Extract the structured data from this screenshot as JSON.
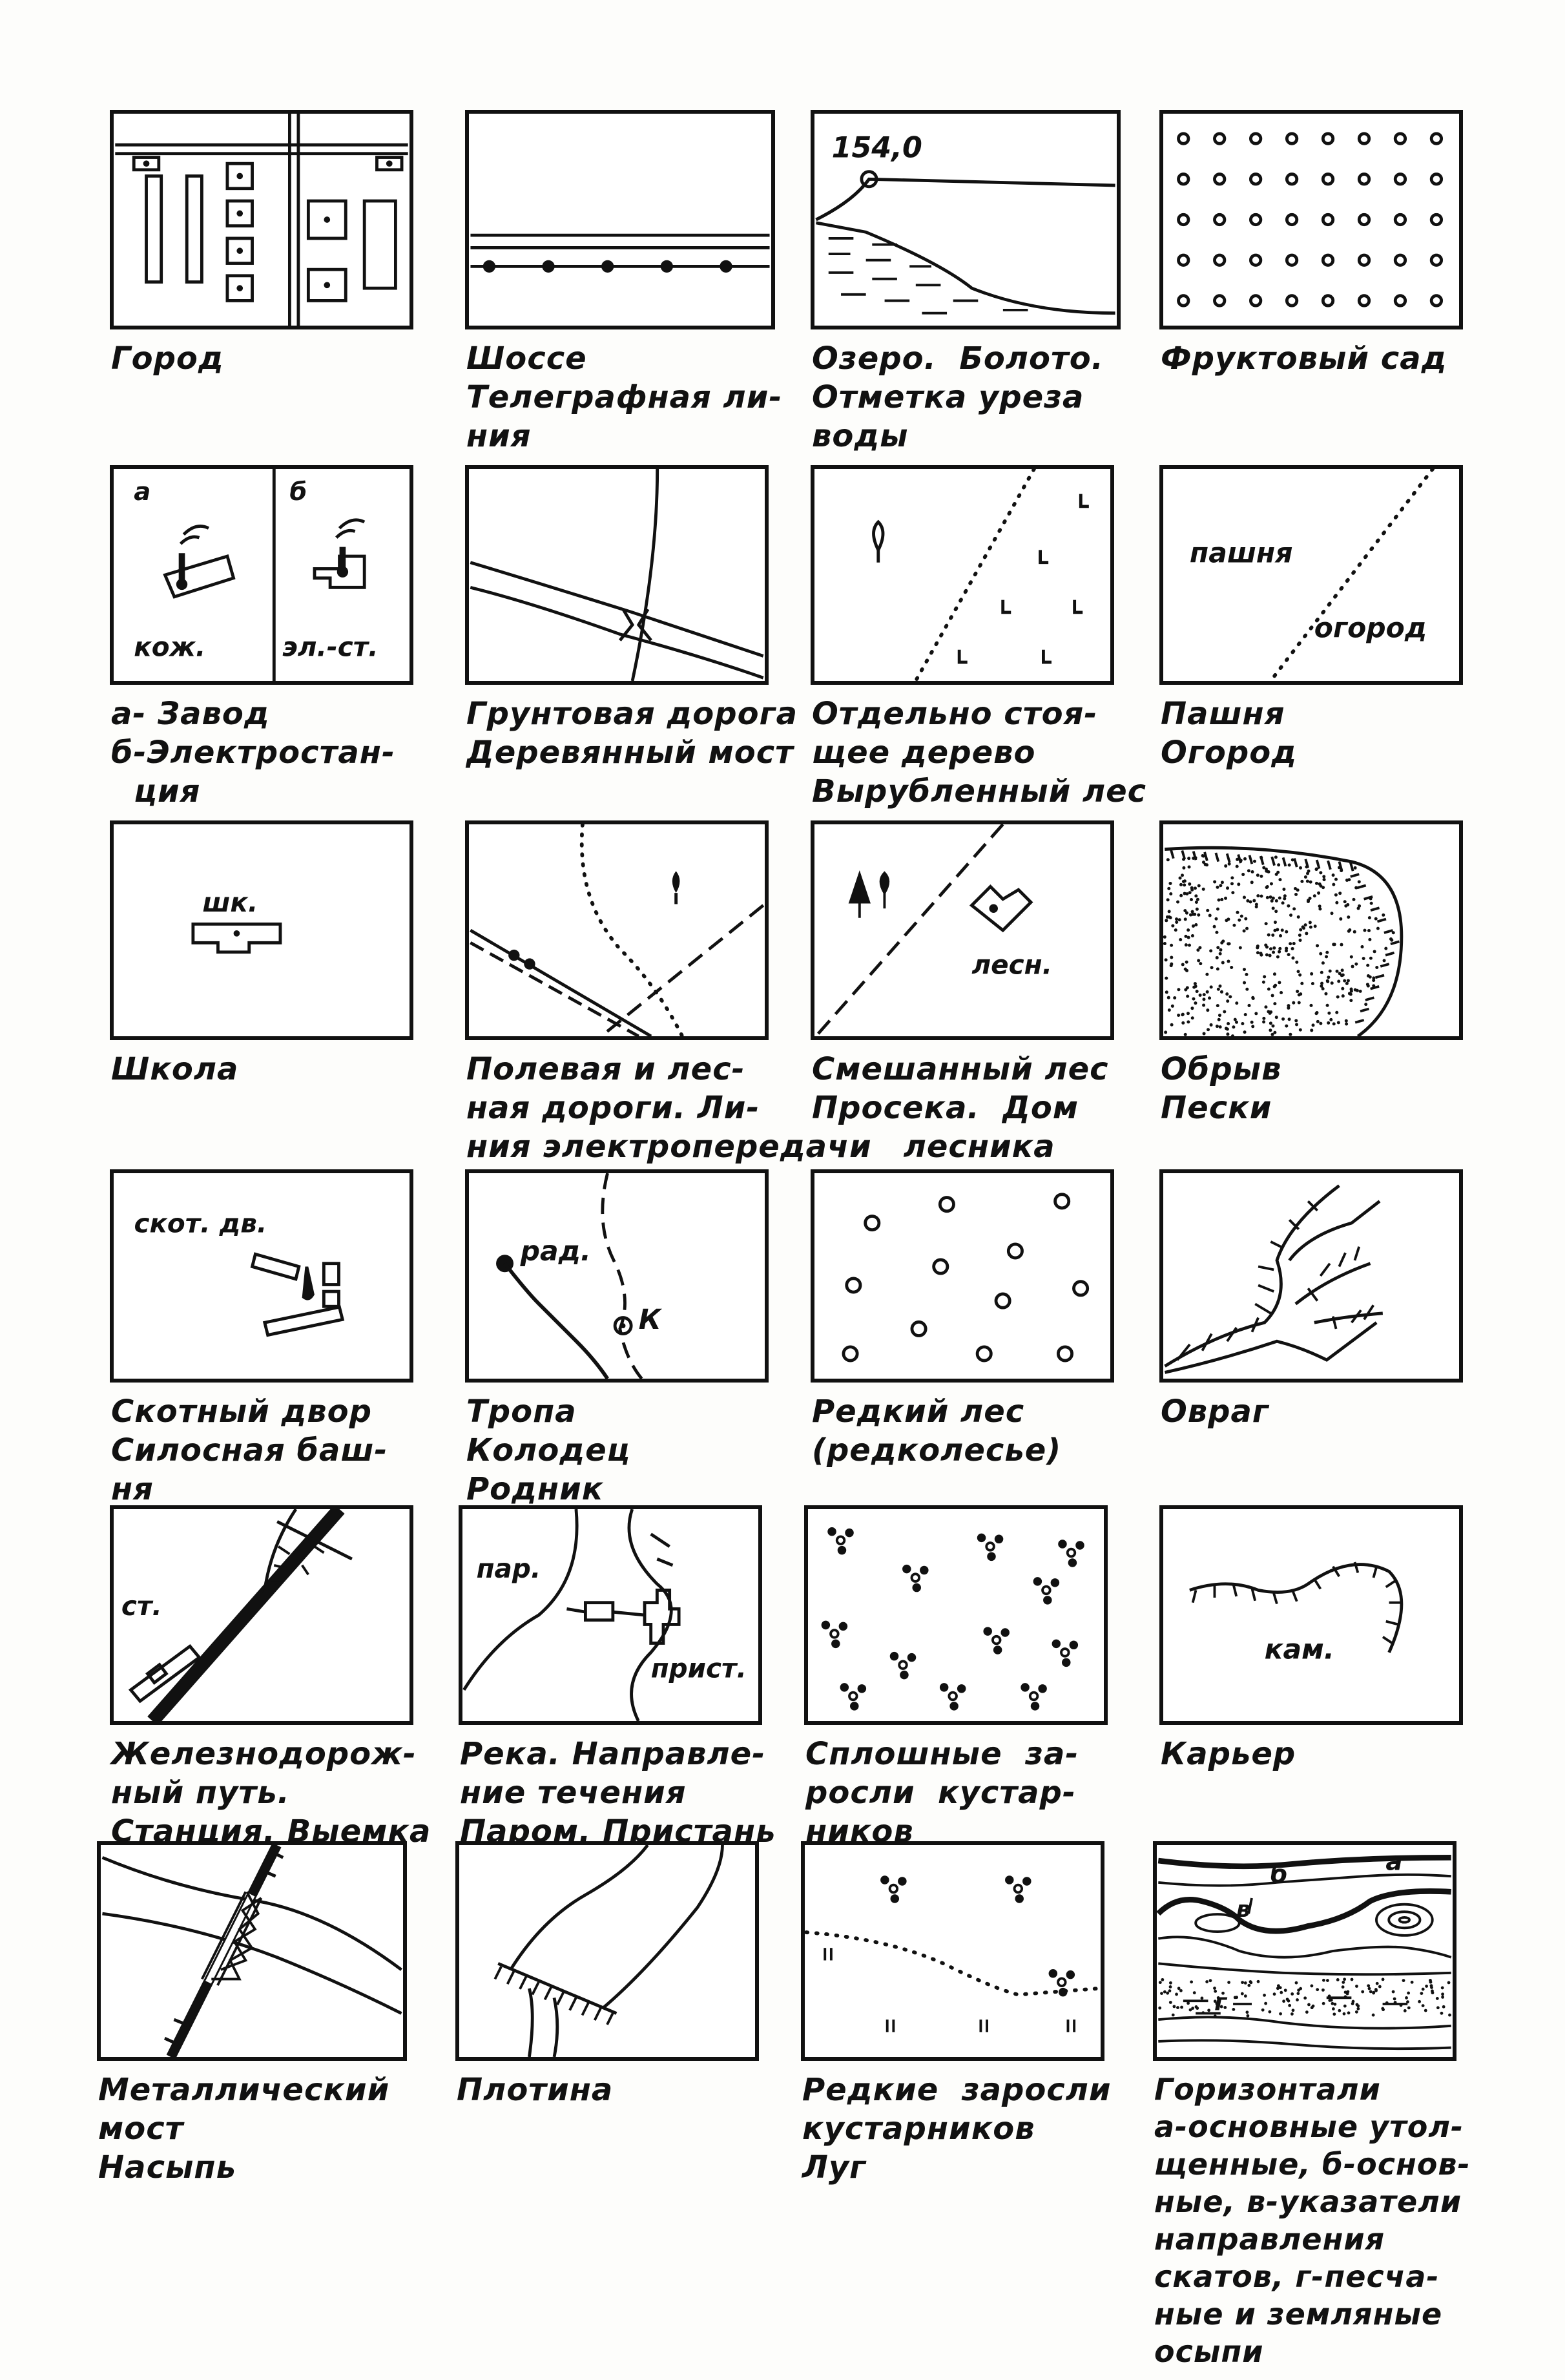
{
  "legend": [
    {
      "id": "city",
      "caption": [
        "Город"
      ]
    },
    {
      "id": "highway",
      "caption": [
        "Шоссе",
        "Телеграфная ли-",
        "ния"
      ]
    },
    {
      "id": "lake",
      "caption": [
        "Озеро.  Болото.",
        "Отметка уреза",
        "воды"
      ],
      "label": "154,0"
    },
    {
      "id": "orchard",
      "caption": [
        "Фруктовый сад"
      ]
    },
    {
      "id": "factory",
      "caption": [
        "а- Завод",
        "б-Электростан-",
        "  ция"
      ],
      "labels": [
        "а",
        "б",
        "кож.",
        "эл.-ст."
      ]
    },
    {
      "id": "dirt-road",
      "caption": [
        "Грунтовая дорога",
        "Деревянный мост"
      ]
    },
    {
      "id": "tree",
      "caption": [
        "Отдельно стоя-",
        "щее дерево",
        "Вырубленный лес"
      ]
    },
    {
      "id": "field",
      "caption": [
        "Пашня",
        "Огород"
      ],
      "labels": [
        "пашня",
        "огород"
      ]
    },
    {
      "id": "school",
      "caption": [
        "Школа"
      ],
      "label": "шк."
    },
    {
      "id": "field-road",
      "caption": [
        "Полевая и лес-",
        "ная дороги. Ли-",
        "ния электропередачи"
      ]
    },
    {
      "id": "mixed-forest",
      "caption": [
        "Смешанный лес",
        "Просека.  Дом",
        "        лесника"
      ],
      "label": "лесн."
    },
    {
      "id": "cliff",
      "caption": [
        "Обрыв",
        "Пески"
      ]
    },
    {
      "id": "barn",
      "caption": [
        "Скотный двор",
        "Силосная баш-",
        "ня"
      ],
      "label": "скот. дв."
    },
    {
      "id": "trail",
      "caption": [
        "Тропа",
        "Колодец",
        "Родник"
      ],
      "labels": [
        "рад.",
        "К"
      ]
    },
    {
      "id": "sparse-forest",
      "caption": [
        "Редкий лес",
        "(редколесье)"
      ]
    },
    {
      "id": "ravine",
      "caption": [
        "Овраг"
      ]
    },
    {
      "id": "railway",
      "caption": [
        "Железнодорож-",
        "ный путь.",
        "Станция. Выемка"
      ],
      "label": "ст."
    },
    {
      "id": "river",
      "caption": [
        "Река. Направле-",
        "ние течения",
        "Паром. Пристань"
      ],
      "labels": [
        "пар.",
        "прист."
      ]
    },
    {
      "id": "shrubs",
      "caption": [
        "Сплошные  за-",
        "росли  кустар-",
        "ников"
      ]
    },
    {
      "id": "quarry",
      "caption": [
        "Карьер"
      ],
      "label": "кам."
    },
    {
      "id": "metal-bridge",
      "caption": [
        "Металлический",
        "мост",
        "Насыпь"
      ]
    },
    {
      "id": "dam",
      "caption": [
        "Плотина"
      ]
    },
    {
      "id": "sparse-shrubs",
      "caption": [
        "Редкие  заросли",
        "кустарников",
        "Луг"
      ]
    },
    {
      "id": "contours",
      "caption": [
        "Горизонтали",
        "а-основные утол-",
        "щенные, б-основ-",
        "ные, в-указатели",
        "направления",
        "скатов, г-песча-",
        "ные и земляные",
        "осыпи"
      ],
      "labels": [
        "а",
        "б",
        "в",
        "г"
      ]
    }
  ]
}
